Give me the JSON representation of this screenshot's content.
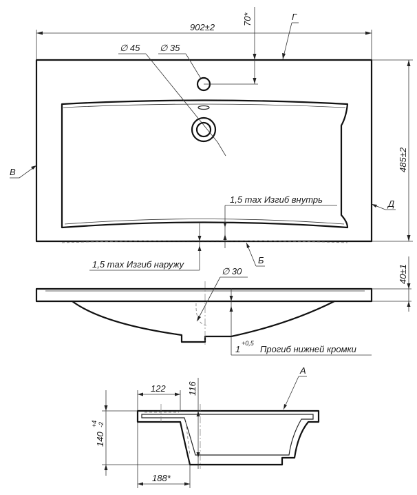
{
  "dimensions": {
    "width": "902±2",
    "depth": "485±2",
    "rear_offset": "70*",
    "hole_large": "∅ 45",
    "hole_small": "∅ 35",
    "drain": "∅ 30",
    "thickness": "40±1",
    "height": "140",
    "height_tol_upper": "+4",
    "height_tol_lower": "-2",
    "side_top": "122",
    "side_depth": "116",
    "side_bottom": "188*"
  },
  "notes": {
    "bend_inward": "1,5 max Изгиб внутрь",
    "bend_outward": "1,5 max Изгиб наружу",
    "sag_value": "1",
    "sag_tolerance": "+0,5",
    "sag_text": "Прогиб нижней кромки"
  },
  "edge_labels": {
    "g": "Г",
    "v": "В",
    "d": "Д",
    "b": "Б",
    "a": "А"
  }
}
